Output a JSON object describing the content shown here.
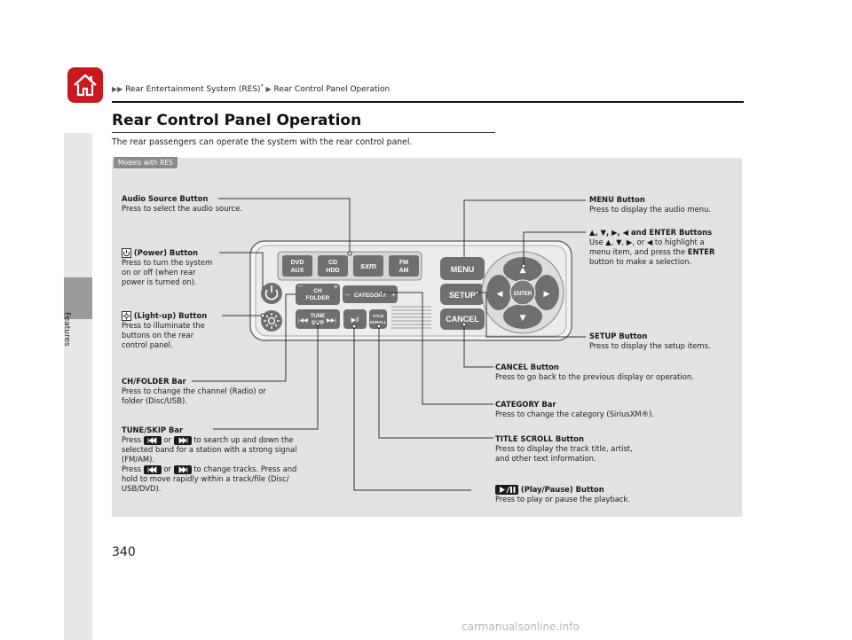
{
  "breadcrumb": {
    "part1": "Rear Entertainment System (RES)",
    "asterisk": "*",
    "part2": "Rear Control Panel Operation"
  },
  "side_label": "Features",
  "title": "Rear Control Panel Operation",
  "intro": "The rear passengers can operate the system with the rear control panel.",
  "models_tag": "Models with RES",
  "device": {
    "source_buttons": [
      "DVD\nAUX",
      "CD\nHDD",
      "sxm",
      "FM\nAM"
    ],
    "menu": "MENU",
    "setup": "SETUP",
    "cancel": "CANCEL",
    "enter": "ENTER",
    "ch_folder": "CH\nFOLDER",
    "category": "CATEGORY",
    "tune_skip": "TUNE\nSKIP",
    "title_scroll": "TITLE\nSCROLL"
  },
  "labels": {
    "audio_source": {
      "title": "Audio Source Button",
      "lines": [
        "Press to select the audio source."
      ]
    },
    "power": {
      "title": "(Power) Button",
      "lines": [
        "Press to turn the system",
        "on or off (when rear",
        "power is turned on)."
      ]
    },
    "lightup": {
      "title": "(Light-up) Button",
      "lines": [
        "Press to illuminate the",
        "buttons on the rear",
        "control panel."
      ]
    },
    "ch_folder": {
      "title": "CH/FOLDER Bar",
      "lines": [
        "Press to change the channel (Radio) or",
        "folder (Disc/USB)."
      ]
    },
    "tune_skip": {
      "title": "TUNE/SKIP Bar",
      "line1a": "Press",
      "line1b": "or",
      "line1c": "to search up and down the",
      "lines_mid": [
        "selected band for a station with a strong signal",
        "(FM/AM)."
      ],
      "line4a": "Press",
      "line4b": "or",
      "line4c": "to change tracks. Press and",
      "lines_end": [
        "hold to move rapidly within a track/file (Disc/",
        "USB/DVD)."
      ]
    },
    "menu": {
      "title": "MENU Button",
      "lines": [
        "Press to display the audio menu."
      ]
    },
    "arrows": {
      "title": "▲, ▼, ▶, ◀ and ENTER Buttons",
      "line1": "Use ▲, ▼, ▶, or ◀ to highlight a",
      "line2": "menu item, and press the",
      "line2b": "ENTER",
      "line3": "button to make a selection."
    },
    "setup": {
      "title": "SETUP Button",
      "lines": [
        "Press to display the setup items."
      ]
    },
    "cancel": {
      "title": "CANCEL Button",
      "lines": [
        "Press to go back to the previous display or operation."
      ]
    },
    "category": {
      "title": "CATEGORY Bar",
      "lines": [
        "Press to change the category (SiriusXM®)."
      ]
    },
    "title_scroll": {
      "title": "TITLE SCROLL Button",
      "lines": [
        "Press to display the track title, artist,",
        "and other text information."
      ]
    },
    "play_pause": {
      "title": "(Play/Pause) Button",
      "lines": [
        "Press to play or pause the playback."
      ]
    }
  },
  "page_number": "340",
  "watermark": "carmanualsonline.info",
  "colors": {
    "home_red": "#c8191f",
    "panel_gray": "#e2e2e2",
    "button_dark": "#6f6f6f"
  }
}
